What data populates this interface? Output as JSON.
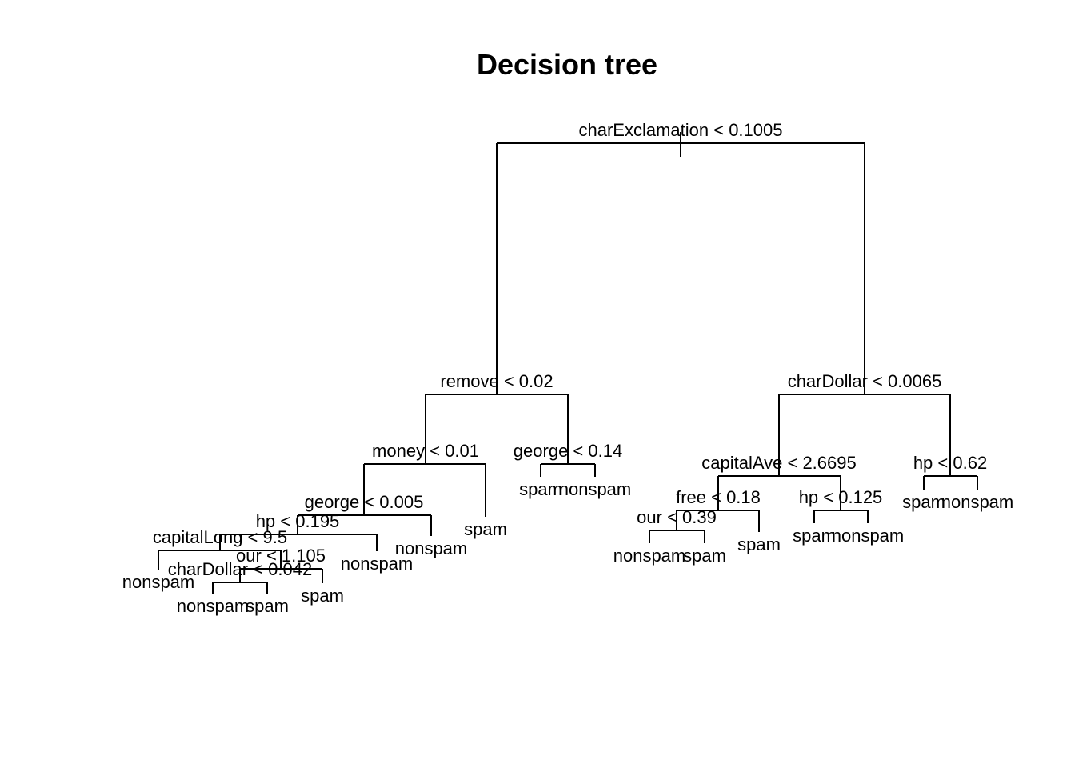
{
  "title": "Decision tree",
  "colors": {
    "background": "#ffffff",
    "ink": "#000000"
  },
  "tree": {
    "split": "charExclamation < 0.1005",
    "children": [
      {
        "split": "remove < 0.02",
        "children": [
          {
            "split": "money < 0.01",
            "children": [
              {
                "split": "george < 0.005",
                "children": [
                  {
                    "split": "hp < 0.195",
                    "children": [
                      {
                        "split": "capitalLong < 9.5",
                        "children": [
                          {
                            "leaf": "nonspam"
                          },
                          {
                            "split": "our < 1.105",
                            "children": [
                              {
                                "split": "charDollar < 0.042",
                                "children": [
                                  {
                                    "leaf": "nonspam"
                                  },
                                  {
                                    "leaf": "spam"
                                  }
                                ]
                              },
                              {
                                "leaf": "spam"
                              }
                            ]
                          }
                        ]
                      },
                      {
                        "leaf": "nonspam"
                      }
                    ]
                  },
                  {
                    "leaf": "nonspam"
                  }
                ]
              },
              {
                "leaf": "spam"
              }
            ]
          },
          {
            "split": "george < 0.14",
            "children": [
              {
                "leaf": "spam"
              },
              {
                "leaf": "nonspam"
              }
            ]
          }
        ]
      },
      {
        "split": "charDollar < 0.0065",
        "children": [
          {
            "split": "capitalAve < 2.6695",
            "children": [
              {
                "split": "free < 0.18",
                "children": [
                  {
                    "split": "our < 0.39",
                    "children": [
                      {
                        "leaf": "nonspam"
                      },
                      {
                        "leaf": "spam"
                      }
                    ]
                  },
                  {
                    "leaf": "spam"
                  }
                ]
              },
              {
                "split": "hp < 0.125",
                "children": [
                  {
                    "leaf": "spam"
                  },
                  {
                    "leaf": "nonspam"
                  }
                ]
              }
            ]
          },
          {
            "split": "hp < 0.62",
            "children": [
              {
                "leaf": "spam"
              },
              {
                "leaf": "nonspam"
              }
            ]
          }
        ]
      }
    ]
  }
}
